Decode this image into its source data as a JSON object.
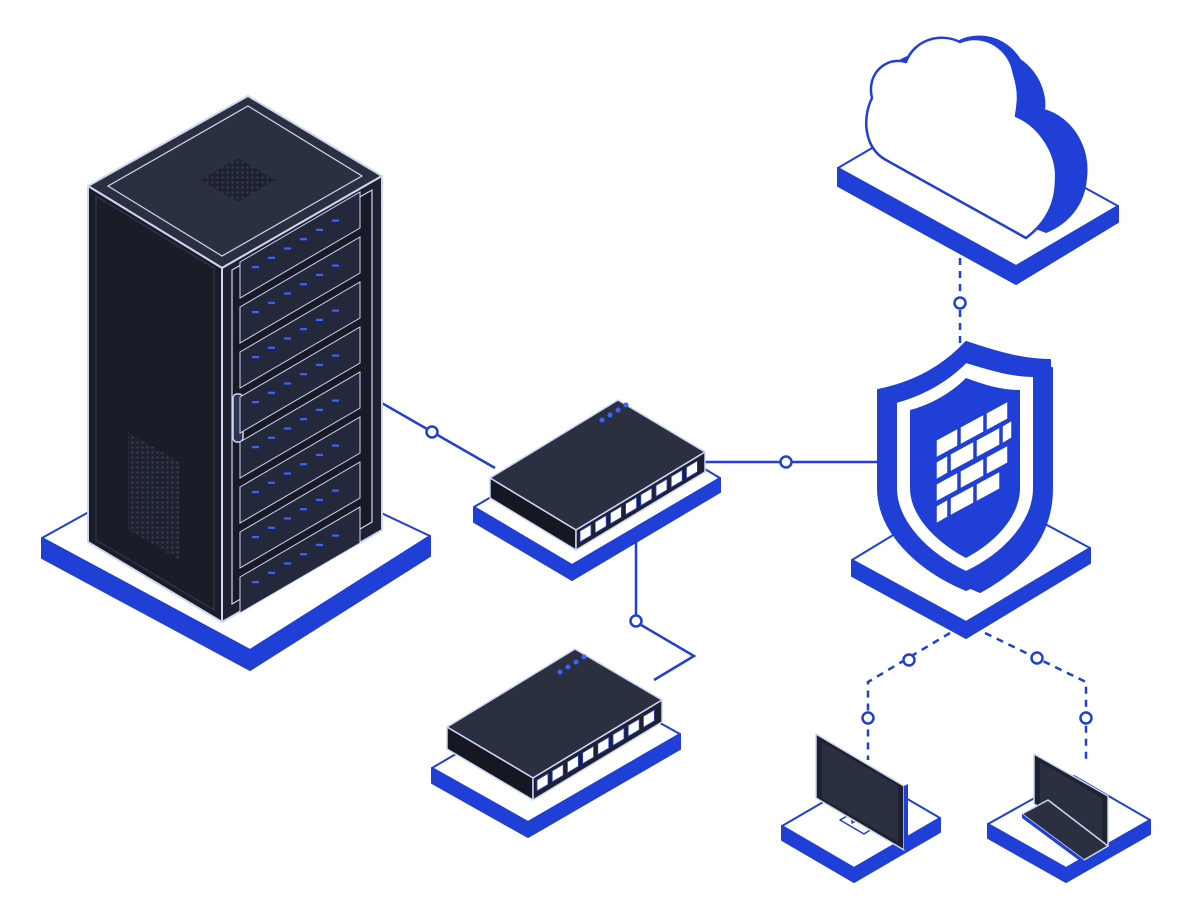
{
  "diagram": {
    "type": "network-topology",
    "text": [],
    "nodes": [
      {
        "id": "server-rack",
        "icon": "server-rack-icon"
      },
      {
        "id": "switch-main",
        "icon": "network-switch-icon",
        "ports": 8
      },
      {
        "id": "switch-secondary",
        "icon": "network-switch-icon",
        "ports": 8
      },
      {
        "id": "cloud",
        "icon": "cloud-icon"
      },
      {
        "id": "firewall",
        "icon": "firewall-shield-icon"
      },
      {
        "id": "desktop",
        "icon": "desktop-monitor-icon"
      },
      {
        "id": "laptop",
        "icon": "laptop-icon"
      }
    ],
    "edges": [
      {
        "from": "server-rack",
        "to": "switch-main",
        "style": "solid"
      },
      {
        "from": "switch-main",
        "to": "switch-secondary",
        "style": "solid"
      },
      {
        "from": "switch-main",
        "to": "firewall",
        "style": "solid"
      },
      {
        "from": "firewall",
        "to": "cloud",
        "style": "dashed"
      },
      {
        "from": "firewall",
        "to": "desktop",
        "style": "dashed"
      },
      {
        "from": "firewall",
        "to": "laptop",
        "style": "dashed"
      }
    ]
  },
  "colors": {
    "accent": "#1f3fd6",
    "device_dark": "#1e2230",
    "device_top": "#2b3040",
    "device_side": "#151823",
    "outline": "#cfd6f5",
    "led": "#3b63ff",
    "background": "#ffffff"
  }
}
